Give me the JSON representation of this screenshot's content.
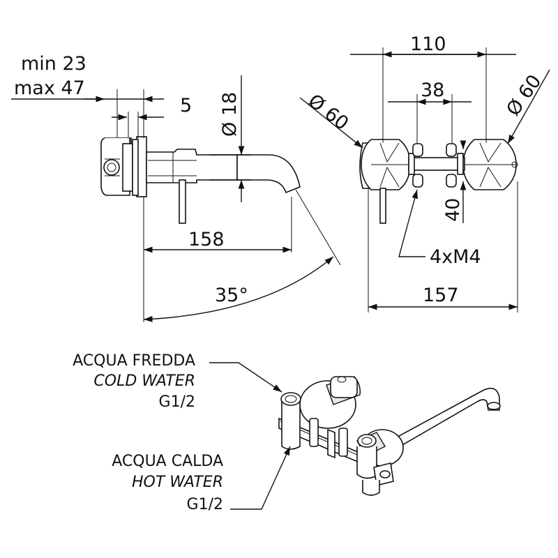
{
  "dimensions": {
    "side_view": {
      "wall_min": "min 23",
      "wall_max": "max 47",
      "plate_thickness": "5",
      "spout_diameter": "Ø 18",
      "projection": "158",
      "angle": "35°"
    },
    "front_view": {
      "overall_top": "110",
      "inner_spacing": "38",
      "left_handle_diameter": "Ø 60",
      "right_handle_diameter": "Ø 60",
      "mounting_height": "40",
      "screws": "4xM4",
      "overall_bottom": "157"
    }
  },
  "labels": {
    "cold": {
      "it": "ACQUA FREDDA",
      "en": "COLD WATER",
      "thread": "G1/2"
    },
    "hot": {
      "it": "ACQUA CALDA",
      "en": "HOT WATER",
      "thread": "G1/2"
    }
  }
}
